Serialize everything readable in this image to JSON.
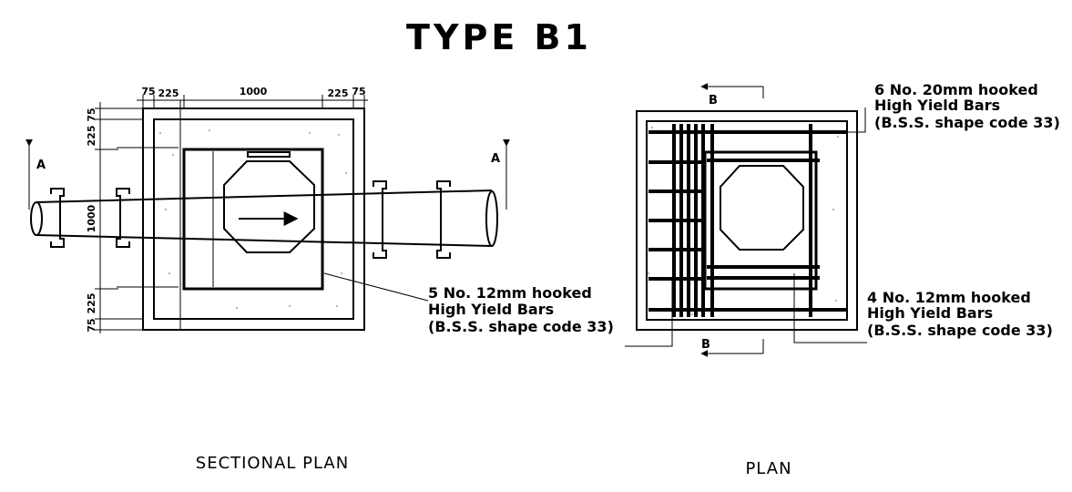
{
  "title": "TYPE B1",
  "sectional_plan": {
    "caption": "SECTIONAL PLAN",
    "dims_top": [
      "75",
      "225",
      "1000",
      "225",
      "75"
    ],
    "dims_side": [
      "75",
      "225",
      "1000",
      "225",
      "75"
    ],
    "section_mark": "A"
  },
  "plan": {
    "caption": "PLAN",
    "section_mark": "B"
  },
  "notes": {
    "bars_6": [
      "6 No. 20mm hooked",
      "High Yield Bars",
      "(B.S.S. shape code 33)"
    ],
    "bars_5": [
      "5 No. 12mm hooked",
      "High Yield Bars",
      "(B.S.S. shape code 33)"
    ],
    "bars_4": [
      "4 No. 12mm hooked",
      "High Yield Bars",
      "(B.S.S. shape code 33)"
    ]
  }
}
